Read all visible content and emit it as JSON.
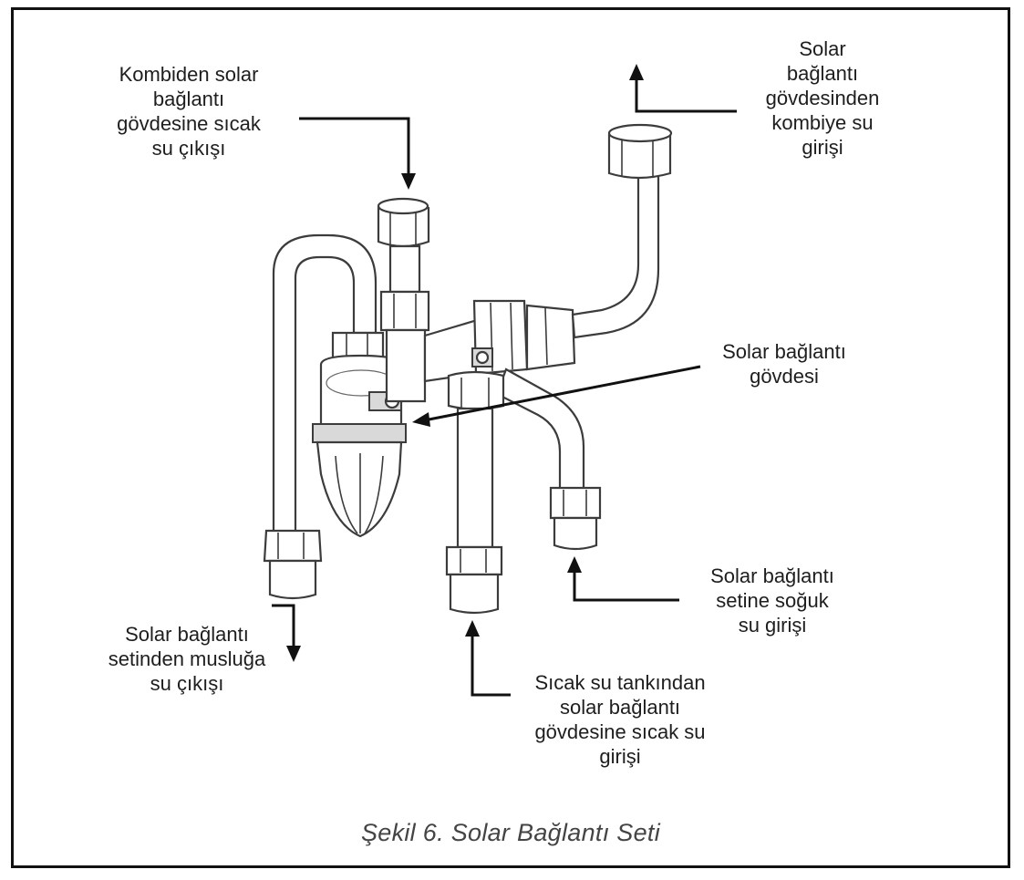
{
  "labels": {
    "kombiden_cikis": [
      "Kombiden solar",
      "bağlantı",
      "gövdesine sıcak",
      "su çıkışı"
    ],
    "kombiye_giris": [
      "Solar",
      "bağlantı",
      "gövdesinden",
      "kombiye su",
      "girişi"
    ],
    "govde": [
      "Solar bağlantı",
      "gövdesi"
    ],
    "soguk_giris": [
      "Solar bağlantı",
      "setine soğuk",
      "su girişi"
    ],
    "musluga_cikis": [
      "Solar bağlantı",
      "setinden musluğa",
      "su çıkışı"
    ],
    "tank_giris": [
      "Sıcak su tankından",
      "solar bağlantı",
      "gövdesine sıcak su",
      "girişi"
    ]
  },
  "caption": "Şekil 6. Solar Bağlantı Seti",
  "icons": [
    "arrow-down-icon",
    "arrow-up-icon",
    "arrow-diagonal-icon"
  ],
  "colors": {
    "line": "#111111",
    "drawing": "#3c3c3c",
    "caption": "#444444"
  }
}
